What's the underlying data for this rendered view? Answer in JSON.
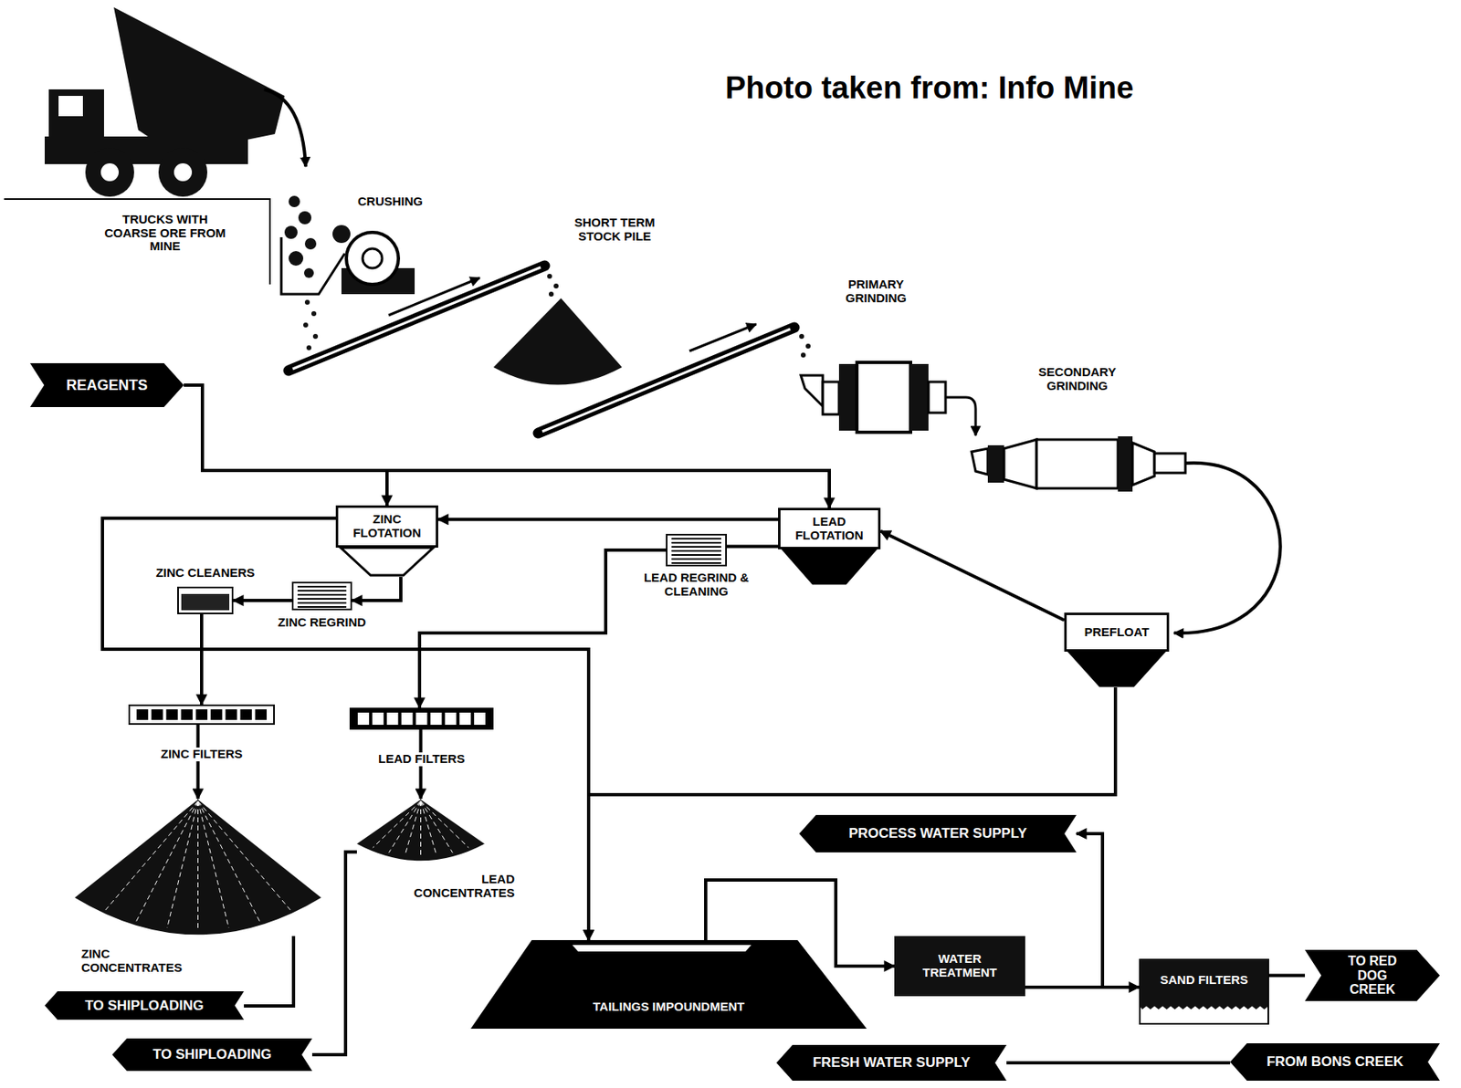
{
  "diagram": {
    "nodes": [
      {
        "text": [
          "REAGENTS"
        ]
      },
      {
        "text": [
          "ZINC FLOTATION"
        ]
      },
      {
        "text": [
          "LEAD FLOTATION"
        ]
      },
      {
        "text": [
          "ZINC CLEANERS"
        ]
      },
      {
        "text": [
          "ZINC REGRIND"
        ]
      },
      {
        "text": [
          "LEAD REGRIND & CLEANING"
        ]
      },
      {
        "text": [
          "PREFLOAT"
        ]
      },
      {
        "text": [
          "ZINC FILTERS"
        ]
      },
      {
        "text": [
          "LEAD FILTERS"
        ]
      },
      {
        "text": [
          "ZINC CONCENTRATES"
        ]
      },
      {
        "text": [
          "LEAD CONCENTRATES"
        ]
      },
      {
        "text": [
          "TO SHIPLOADING"
        ]
      },
      {
        "text": [
          "TO SHIPLOADING"
        ]
      },
      {
        "text": [
          "TAILINGS IMPOUNDMENT"
        ]
      },
      {
        "text": [
          "PROCESS WATER SUPPLY"
        ]
      },
      {
        "text": [
          "WATER TREATMENT"
        ]
      },
      {
        "text": [
          "SAND FILTERS"
        ]
      },
      {
        "text": [
          "TO RED DOG CREEK"
        ]
      },
      {
        "text": [
          "FRESH WATER SUPPLY"
        ]
      },
      {
        "text": [
          "FROM BONS CREEK"
        ]
      }
    ],
    "edges": [
      {
        "from": 0,
        "to": 1,
        "arrow": "to"
      },
      {
        "from": 0,
        "to": 2,
        "arrow": "to"
      },
      {
        "from": 6,
        "to": 2,
        "arrow": "to"
      },
      {
        "from": 2,
        "to": 1,
        "arrow": "to"
      },
      {
        "from": 1,
        "to": 4,
        "arrow": "to"
      },
      {
        "from": 4,
        "to": 3,
        "arrow": "to"
      },
      {
        "from": 3,
        "to": 7,
        "arrow": "to"
      },
      {
        "from": 7,
        "to": 9,
        "arrow": "to"
      },
      {
        "from": 9,
        "to": 11,
        "arrow": "none"
      },
      {
        "from": 1,
        "to": 13,
        "arrow": "to"
      },
      {
        "from": 2,
        "to": 5,
        "arrow": "none"
      },
      {
        "from": 5,
        "to": 8,
        "arrow": "to"
      },
      {
        "from": 8,
        "to": 10,
        "arrow": "to"
      },
      {
        "from": 10,
        "to": 12,
        "arrow": "none"
      },
      {
        "from": 6,
        "to": 13,
        "arrow": "to"
      },
      {
        "from": 13,
        "to": 15,
        "arrow": "to"
      },
      {
        "from": 15,
        "to": 16,
        "arrow": "to"
      },
      {
        "from": 15,
        "to": 14,
        "arrow": "to"
      },
      {
        "from": 16,
        "to": 17,
        "arrow": "none"
      },
      {
        "from": 19,
        "to": 18,
        "arrow": "none"
      }
    ],
    "labels": [
      "Photo taken from: Info Mine",
      "TRUCKS WITH COARSE ORE FROM MINE",
      "CRUSHING",
      "SHORT TERM STOCK PILE",
      "PRIMARY GRINDING",
      "SECONDARY GRINDING"
    ]
  }
}
